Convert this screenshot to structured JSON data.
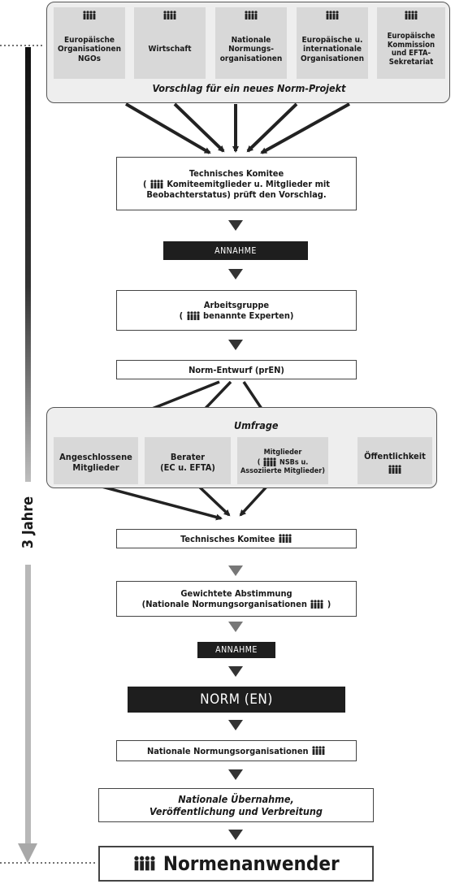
{
  "proposal": {
    "sources": [
      "Europäische\nOrganisationen\nNGOs",
      "Wirtschaft",
      "Nationale\nNormungs-\norganisationen",
      "Europäische u.\ninternationale\nOrganisationen",
      "Europäische\nKommission\nund EFTA-\nSekretariat"
    ],
    "caption": "Vorschlag für ein neues Norm-Projekt"
  },
  "tc_review": {
    "line1": "Technisches Komitee",
    "line2_prefix": "(",
    "line2_text": "Komiteemitglieder u. Mitglieder mit",
    "line3": "Beobachterstatus) prüft den Vorschlag."
  },
  "approval_1": "ANNAHME",
  "working_group": {
    "line1": "Arbeitsgruppe",
    "prefix": "(",
    "text": "benannte Experten)"
  },
  "draft": "Norm-Entwurf (prEN)",
  "enquiry": {
    "title": "Umfrage",
    "affiliates": "Angeschlossene\nMitglieder",
    "advisors": "Berater\n(EC u. EFTA)",
    "members_top": "Mitglieder",
    "members_prefix": "(",
    "members_mid": "NSBs u.",
    "members_bottom": "Assoziierte Mitglieder)",
    "public": "Öffentlichkeit"
  },
  "tc_second": "Technisches Komitee",
  "vote": {
    "line1": "Gewichtete Abstimmung",
    "line2": "(Nationale Normungsorganisationen",
    "line2_suffix": ")"
  },
  "approval_2": "ANNAHME",
  "standard": "NORM (EN)",
  "nsb": "Nationale Normungsorganisationen",
  "adoption": "Nationale Übernahme,\nVeröffentlichung und Verbreitung",
  "users": "Normenanwender",
  "timeline": "3 Jahre",
  "icon": "people-group-icon"
}
